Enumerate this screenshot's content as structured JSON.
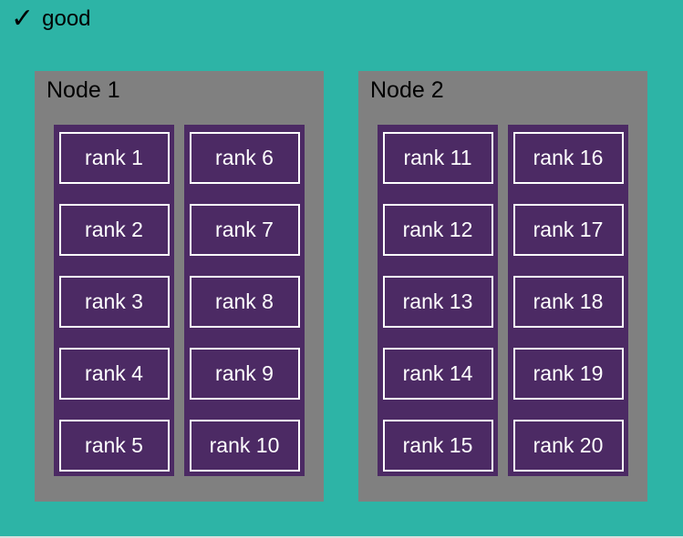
{
  "legend": {
    "check_icon": "✓",
    "label": "good"
  },
  "colors": {
    "background": "#2db4a6",
    "node_background": "#808080",
    "column_background": "#4c2a64",
    "rank_border": "#ffffff",
    "rank_text": "#ffffff",
    "node_label_text": "#000000",
    "legend_text": "#000000"
  },
  "nodes": [
    {
      "label": "Node 1",
      "columns": [
        {
          "ranks": [
            "rank 1",
            "rank 2",
            "rank 3",
            "rank 4",
            "rank 5"
          ]
        },
        {
          "ranks": [
            "rank 6",
            "rank 7",
            "rank 8",
            "rank 9",
            "rank 10"
          ]
        }
      ]
    },
    {
      "label": "Node 2",
      "columns": [
        {
          "ranks": [
            "rank 11",
            "rank 12",
            "rank 13",
            "rank 14",
            "rank 15"
          ]
        },
        {
          "ranks": [
            "rank 16",
            "rank 17",
            "rank 18",
            "rank 19",
            "rank 20"
          ]
        }
      ]
    }
  ]
}
